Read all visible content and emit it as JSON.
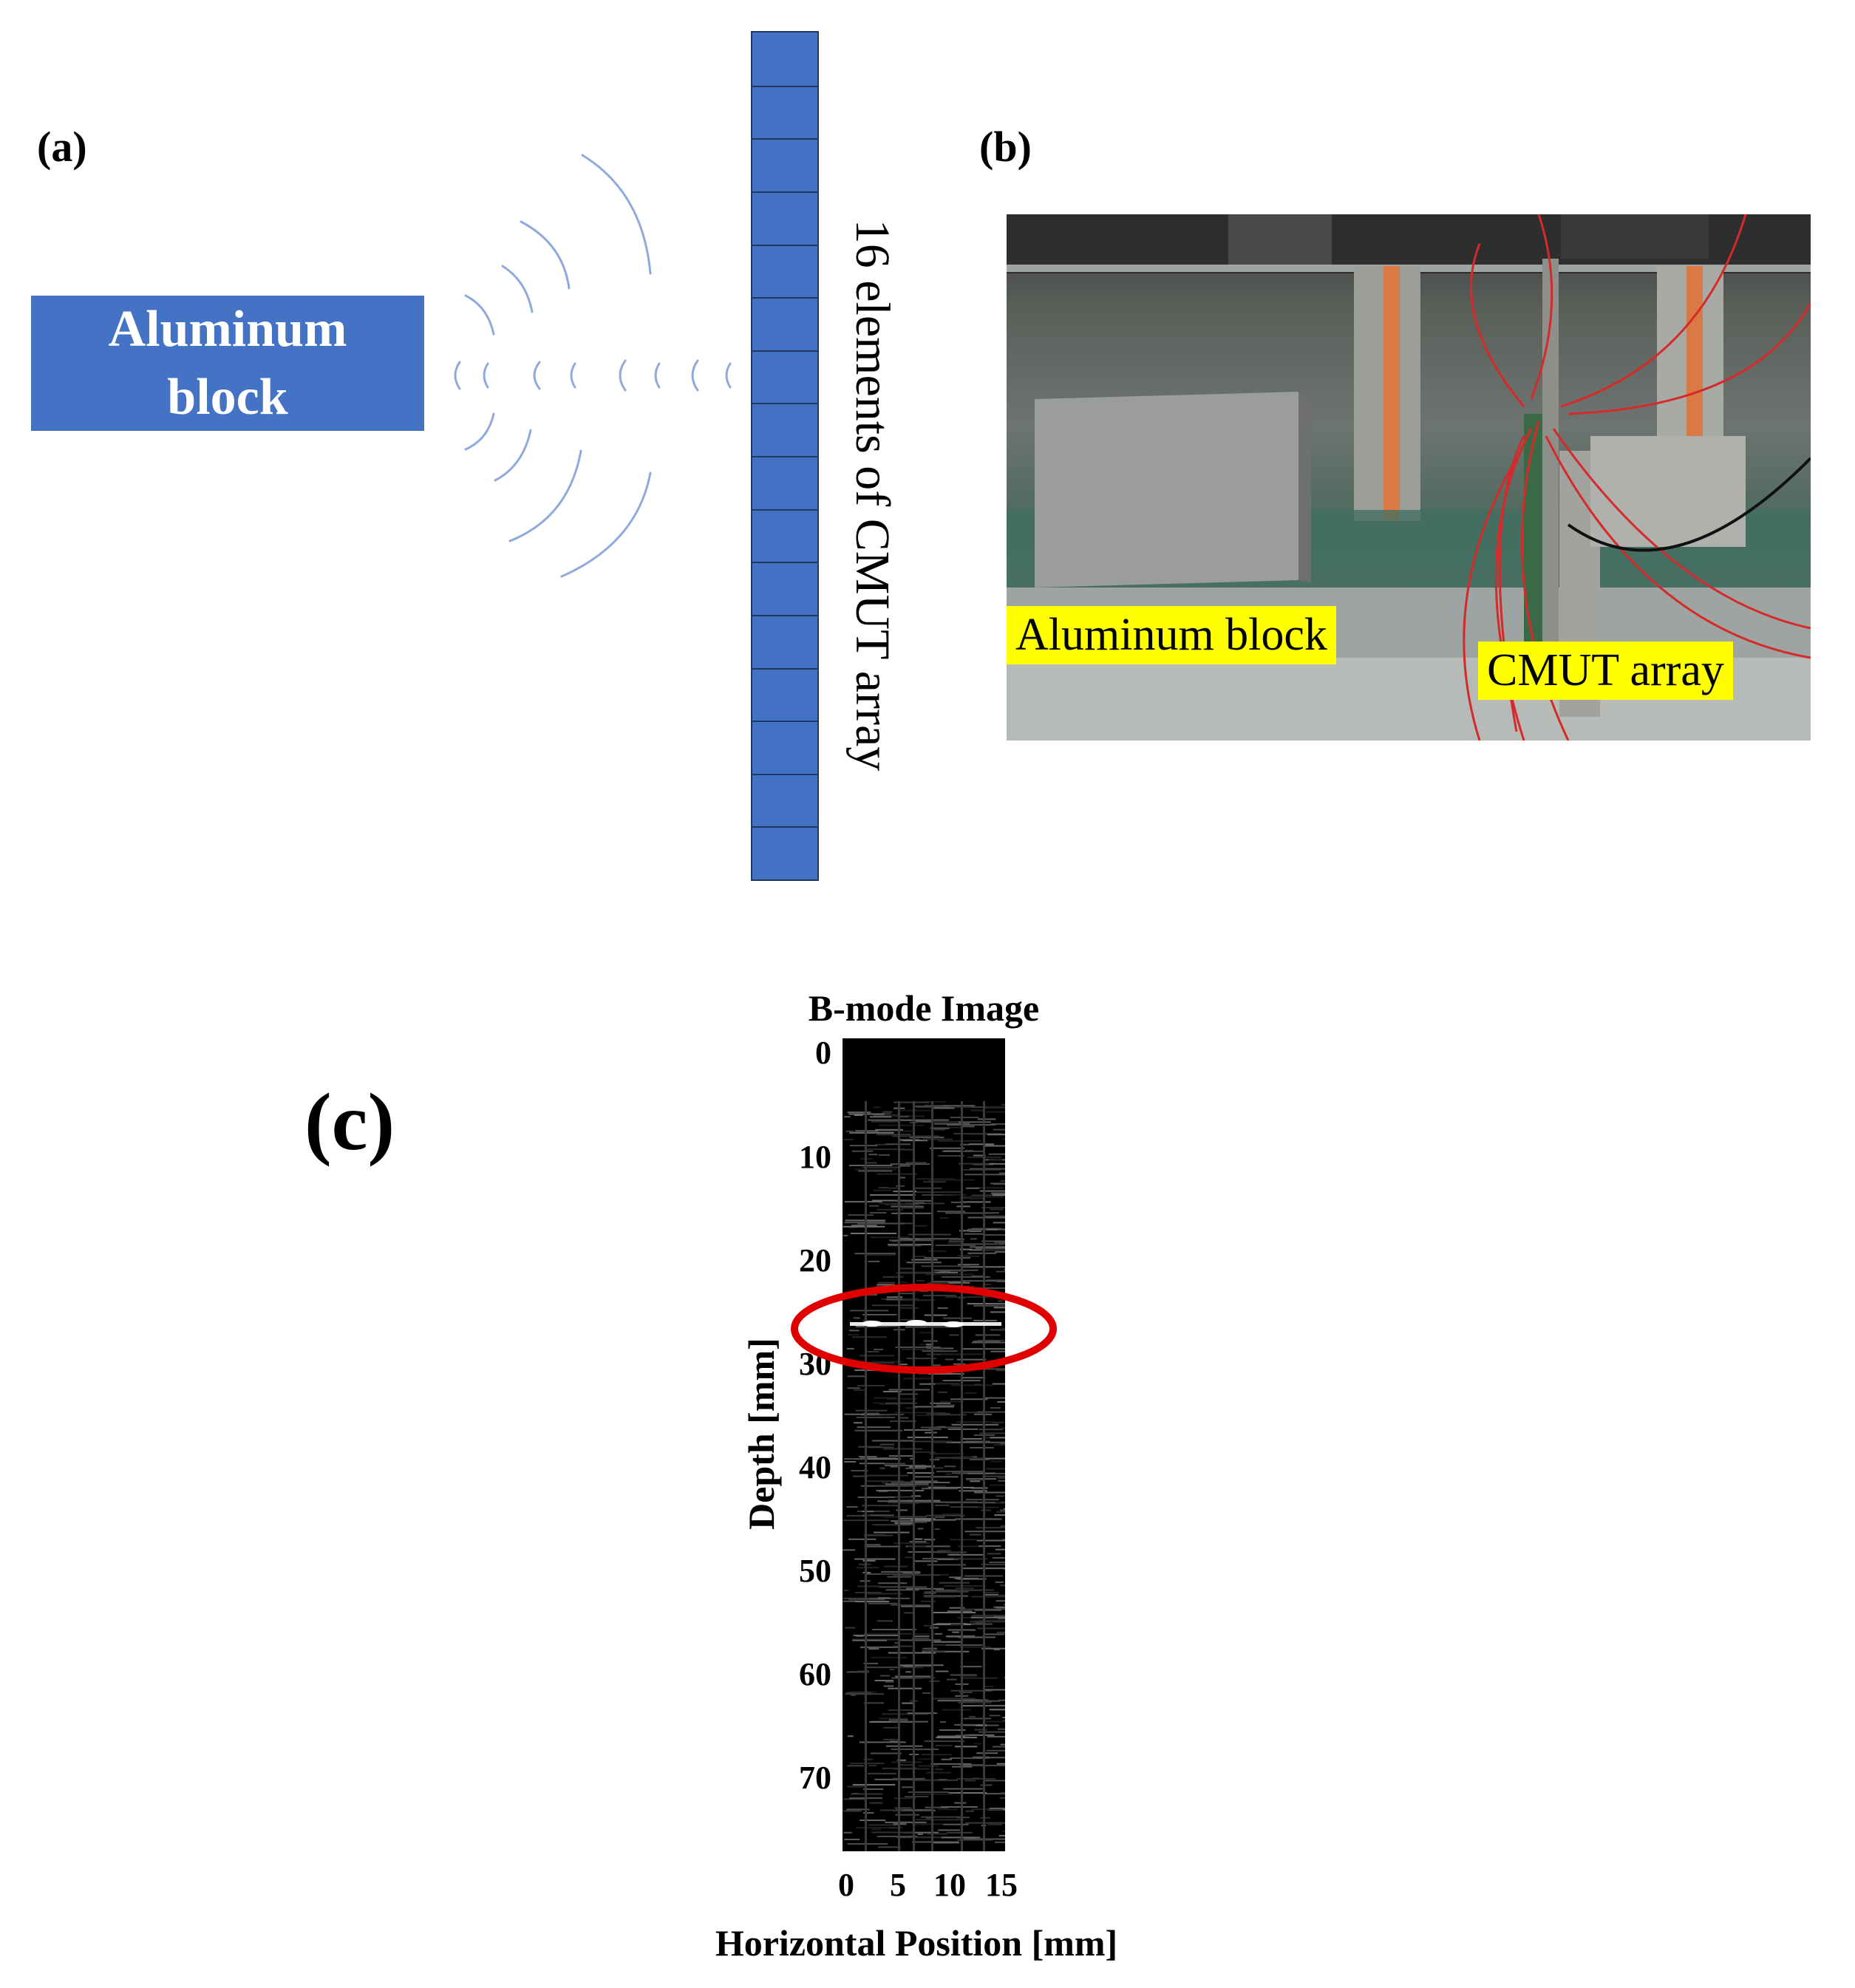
{
  "panel_a": {
    "label": "(a)",
    "block_lines": [
      "Aluminum",
      "block"
    ],
    "array_label": "16 elements of CMUT array",
    "array_element_count": 16
  },
  "panel_b": {
    "label": "(b)",
    "tag_block": "Aluminum block",
    "tag_array": "CMUT array"
  },
  "panel_c": {
    "label": "(c)",
    "title": "B-mode Image",
    "xlabel": "Horizontal Position [mm]",
    "ylabel": "Depth [mm]",
    "x_ticks": [
      "0",
      "5",
      "10",
      "15"
    ],
    "y_ticks": [
      "0",
      "10",
      "20",
      "30",
      "40",
      "50",
      "60",
      "70"
    ],
    "highlight_color": "#e00000"
  },
  "colors": {
    "diagram_blue": "#4472c4",
    "wave_blue": "#8faadc",
    "tag_yellow": "#ffff00",
    "highlight_red": "#e00000"
  }
}
